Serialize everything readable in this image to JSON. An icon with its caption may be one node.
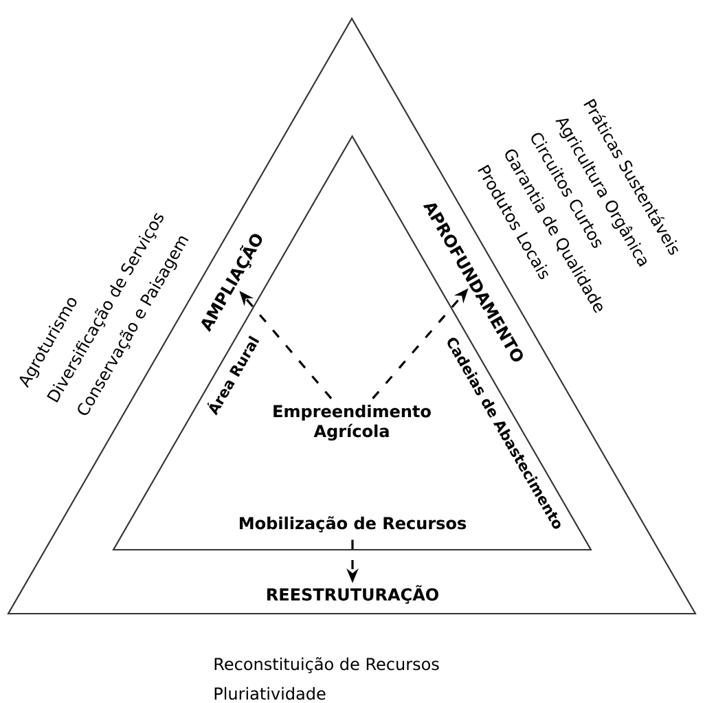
{
  "diagram": {
    "nodes": [
      {
        "text": [],
        "shape": "triangle"
      },
      {
        "text": [],
        "shape": "triangle",
        "in": 0
      },
      {
        "text": [
          "AMPLIAÇÃO"
        ],
        "in": 0
      },
      {
        "text": [
          "APROFUNDAMENTO"
        ],
        "in": 0
      },
      {
        "text": [
          "REESTRUTURAÇÃO"
        ],
        "in": 0
      },
      {
        "text": [
          "Área Rural"
        ],
        "in": 1
      },
      {
        "text": [
          "Cadeias de Abastecimento"
        ],
        "in": 1
      },
      {
        "text": [
          "Empreendimento Agrícola"
        ],
        "in": 1
      },
      {
        "text": [
          "Mobilização de Recursos"
        ],
        "in": 1
      }
    ],
    "edges": [
      {
        "from": 7,
        "to": 2,
        "arrow": "to",
        "style": "dashed"
      },
      {
        "from": 7,
        "to": 3,
        "arrow": "to",
        "style": "dashed"
      },
      {
        "from": 8,
        "to": 4,
        "arrow": "to",
        "style": "dashed"
      }
    ],
    "labels": [
      "Agroturismo",
      "Diversificação de Serviços",
      "Conservação e Paisagem",
      "Práticas Sustentáveis",
      "Agricultura Orgânica",
      "Circuitos Curtos",
      "Garantia de Qualidade",
      "Produtos Locais",
      "Reconstituição de Recursos",
      "Pluriatividade"
    ]
  }
}
